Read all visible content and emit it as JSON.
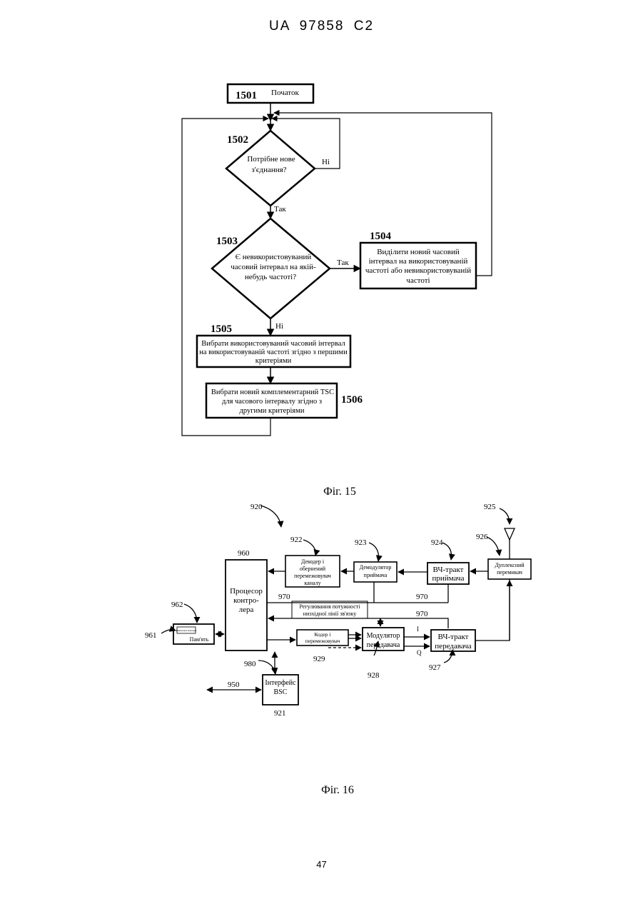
{
  "header": "UA   97858   C2",
  "page_number": "47",
  "fig15": {
    "caption": "Фіг. 15",
    "start": {
      "id": "1501",
      "label": "Початок"
    },
    "d1502": {
      "id": "1502",
      "line1": "Потрібне нове",
      "line2": "з'єднання?",
      "no": "Ні",
      "yes": "Так"
    },
    "d1503": {
      "id": "1503",
      "line1": "Є невикористовуваний",
      "line2": "часовий інтервал на якій-",
      "line3": "небудь частоті?",
      "yes": "Так",
      "no": "Ні"
    },
    "b1504": {
      "id": "1504",
      "line1": "Виділити новий часовий",
      "line2": "інтервал на використовуваній",
      "line3": "частоті або невикористовуваній",
      "line4": "частоті"
    },
    "b1505": {
      "id": "1505",
      "line1": "Вибрати використовуваний часовий інтервал",
      "line2": "на використовуваній частоті згідно з першими",
      "line3": "критеріями"
    },
    "b1506": {
      "id": "1506",
      "line1": "Вибрати новий комплементарний TSC",
      "line2": "для часового інтервалу згідно з",
      "line3": "другими критеріями"
    }
  },
  "fig16": {
    "caption": "Фіг. 16",
    "ref_920": "920",
    "ref_925": "925",
    "ref_926": "926",
    "ref_924": "924",
    "ref_923": "923",
    "ref_922": "922",
    "ref_960": "960",
    "ref_962": "962",
    "ref_961": "961",
    "ref_970a": "970",
    "ref_970b": "970",
    "ref_970c": "970",
    "ref_980": "980",
    "ref_950": "950",
    "ref_921": "921",
    "ref_929": "929",
    "ref_928": "928",
    "ref_927": "927",
    "sig_i": "I",
    "sig_q": "Q",
    "duplex": {
      "line1": "Дуплексний",
      "line2": "перемикач"
    },
    "rf_rx": {
      "line1": "ВЧ-тракт",
      "line2": "приймача"
    },
    "demod": {
      "line1": "Демодулятор",
      "line2": "приймача"
    },
    "decoder": {
      "line1": "Декодер і",
      "line2": "обернений",
      "line3": "перемежовувач",
      "line4": "каналу"
    },
    "processor": {
      "line1": "Процесор",
      "line2": "контро-",
      "line3": "лера"
    },
    "power_ctrl": {
      "line1": "Регулювання потужності",
      "line2": "низхідної лінії зв'язку"
    },
    "coder": {
      "line1": "Кодер і",
      "line2": "перемежовувач"
    },
    "modulator": {
      "line1": "Модулятор",
      "line2": "передавача"
    },
    "rf_tx": {
      "line1": "ВЧ-тракт",
      "line2": "передавача"
    },
    "memory": {
      "inner": "Виконавчі команди",
      "label": "Пам'ять"
    },
    "bsc": {
      "line1": "Інтерфейс",
      "line2": "BSC"
    }
  }
}
